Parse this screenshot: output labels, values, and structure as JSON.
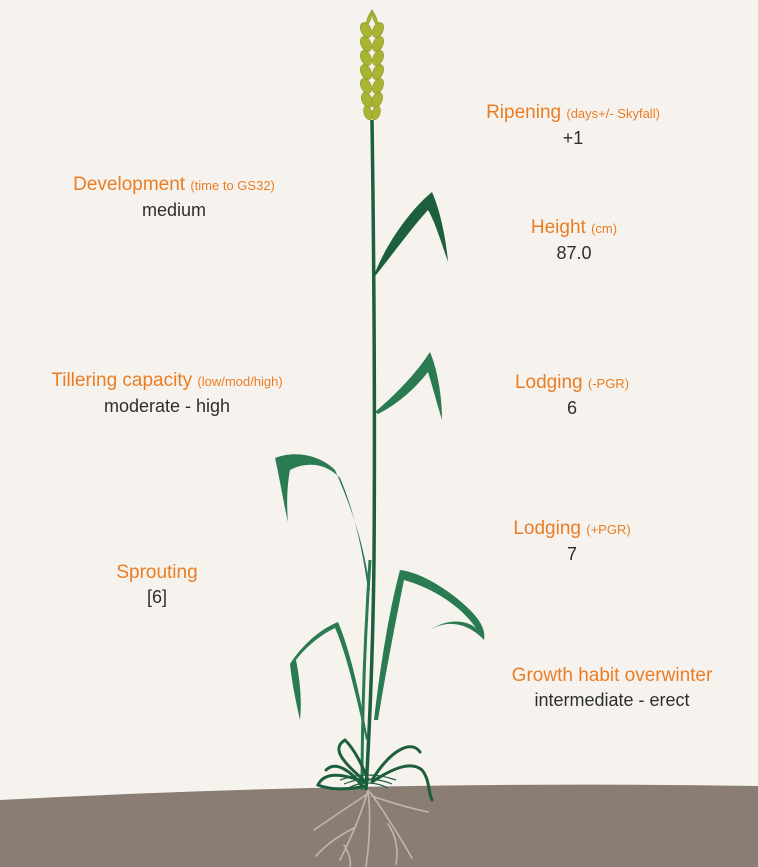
{
  "colors": {
    "background": "#f6f3ee",
    "label": "#ea7d24",
    "value": "#2e2e2e",
    "ground": "#8a7d73",
    "leaf": "#2a7a52",
    "leaf_dark": "#1d5e3d",
    "ear": "#a9b532",
    "root": "#bfb7ad"
  },
  "traits": {
    "ripening": {
      "name": "Ripening",
      "unit": "(days+/- Skyfall)",
      "value": "+1"
    },
    "development": {
      "name": "Development",
      "unit": "(time to GS32)",
      "value": "medium"
    },
    "height": {
      "name": "Height",
      "unit": "(cm)",
      "value": "87.0"
    },
    "tillering": {
      "name": "Tillering capacity",
      "unit": "(low/mod/high)",
      "value": "moderate - high"
    },
    "lodging_minus": {
      "name": "Lodging",
      "unit": "(-PGR)",
      "value": "6"
    },
    "lodging_plus": {
      "name": "Lodging",
      "unit": "(+PGR)",
      "value": "7"
    },
    "sprouting": {
      "name": "Sprouting",
      "unit": "",
      "value": "[6]"
    },
    "growth_habit": {
      "name": "Growth habit overwinter",
      "unit": "",
      "value": "intermediate - erect"
    }
  }
}
